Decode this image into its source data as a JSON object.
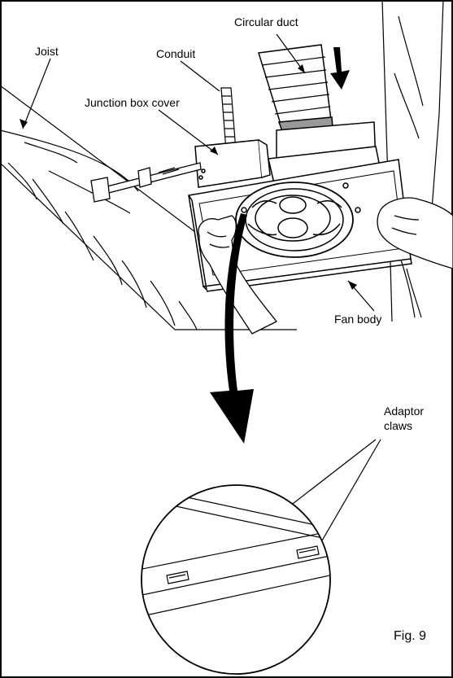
{
  "figure": {
    "labels": {
      "circular_duct": "Circular duct",
      "joist": "Joist",
      "conduit": "Conduit",
      "junction_box_cover": "Junction box cover",
      "fan_body": "Fan body",
      "adaptor_claws_line1": "Adaptor",
      "adaptor_claws_line2": "claws"
    },
    "caption": "Fig. 9"
  }
}
